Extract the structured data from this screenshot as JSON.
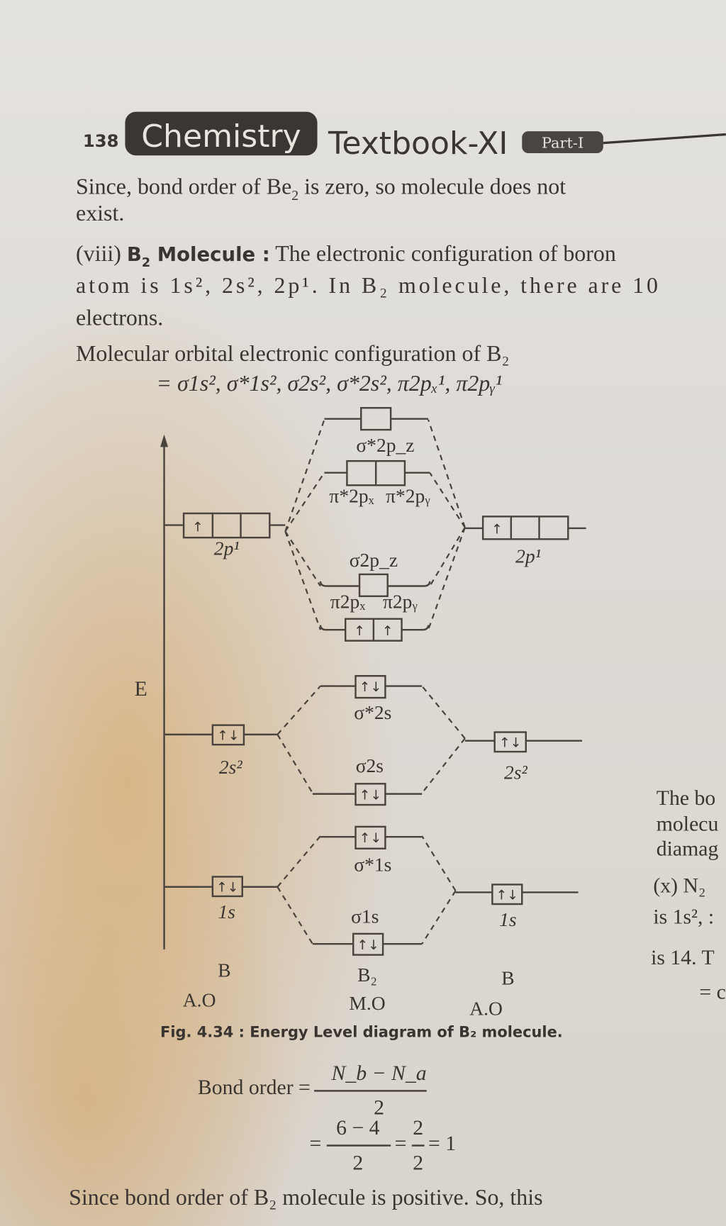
{
  "header": {
    "page_number": "138",
    "brand": "Chemistry",
    "title": "Textbook-XI",
    "part_badge": "Part-I"
  },
  "para1": {
    "line1_a": "Since, bond order of Be",
    "line1_sub": "2",
    "line1_b": " is zero, so molecule does not",
    "line2": "exist."
  },
  "para2": {
    "lead": "(viii) ",
    "heading_b": "B",
    "heading_sub": "2",
    "heading_rest": " Molecule :",
    "line1_rest": " The electronic configuration of boron",
    "line2": "atom is 1s², 2s², 2p¹. In B₂ molecule, there are 10",
    "line3": "electrons."
  },
  "para3": {
    "line1": "Molecular orbital electronic configuration of B₂",
    "line2": "= σ1s², σ*1s², σ2s², σ*2s², π2pₓ¹, π2pᵧ¹"
  },
  "diagram": {
    "axis_label": "E",
    "left_atom": {
      "name": "B",
      "type": "A.O",
      "levels": [
        {
          "label": "2p¹",
          "electrons": [
            "up",
            "",
            ""
          ]
        },
        {
          "label": "2s²",
          "electrons": [
            "updown"
          ]
        },
        {
          "label": "1s",
          "electrons": [
            "updown"
          ]
        }
      ]
    },
    "right_atom": {
      "name": "B",
      "type": "A.O",
      "levels": [
        {
          "label": "2p¹",
          "electrons": [
            "up",
            "",
            ""
          ]
        },
        {
          "label": "2s²",
          "electrons": [
            "updown"
          ]
        },
        {
          "label": "1s",
          "electrons": [
            "updown"
          ]
        }
      ]
    },
    "molecule": {
      "name": "B₂",
      "type": "M.O",
      "orbitals": [
        {
          "label": "σ*2p_z",
          "electrons": [
            ""
          ]
        },
        {
          "label_x": "π*2pₓ",
          "label_y": "π*2pᵧ",
          "electrons": [
            "",
            ""
          ]
        },
        {
          "label": "σ2p_z",
          "electrons": [
            ""
          ]
        },
        {
          "label_x": "π2pₓ",
          "label_y": "π2pᵧ",
          "electrons": [
            "up",
            "up"
          ]
        },
        {
          "label": "σ*2s",
          "electrons": [
            "updown"
          ]
        },
        {
          "label": "σ2s",
          "electrons": [
            "updown"
          ]
        },
        {
          "label": "σ*1s",
          "electrons": [
            "updown"
          ]
        },
        {
          "label": "σ1s",
          "electrons": [
            "updown"
          ]
        }
      ]
    },
    "arrows": {
      "up": "↑",
      "updown": "↑↓"
    },
    "caption": "Fig. 4.34 : Energy Level diagram of B₂ molecule."
  },
  "bond_order": {
    "lhs": "Bond order =",
    "numerator": "N_b − N_a",
    "denominator": "2",
    "step2_eq": "=",
    "step2_num": "6 − 4",
    "step2_den": "2",
    "step3_eq": "=",
    "step3_num": "2",
    "step3_den": "2",
    "result": "= 1"
  },
  "conclusion": "Since bond order of B₂ molecule is positive. So, this",
  "right_column": [
    "The bo",
    "molecu",
    "diamag",
    "(x) N₂",
    "is 1s², :",
    "is 14. T",
    "= c"
  ],
  "colors": {
    "ink": "#3b3531",
    "badge": "#3a3633",
    "paper": "#dedbd6",
    "stain": "#d6aa6e"
  }
}
